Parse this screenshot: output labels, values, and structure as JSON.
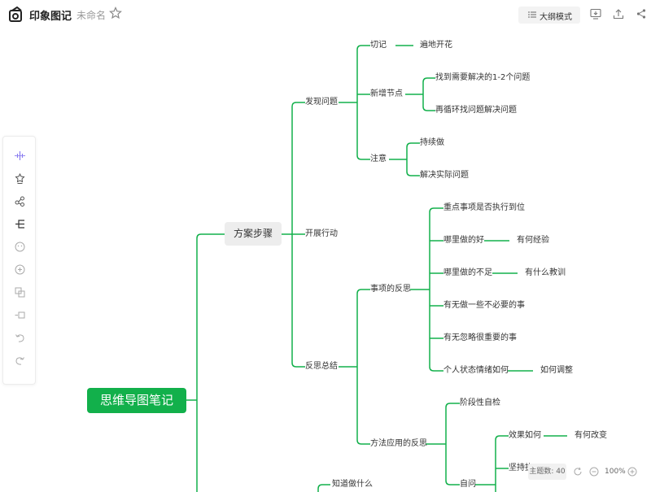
{
  "header": {
    "app_title": "印象图记",
    "doc_name": "未命名",
    "outline_label": "大纲模式"
  },
  "icons": {
    "logo": "app-logo-icon",
    "star": "star-icon",
    "outline": "outline-list-icon",
    "present": "present-icon",
    "export": "upload-icon",
    "share": "share-icon"
  },
  "rail_tools": [
    "ai-sparkle-icon",
    "bulb-icon",
    "structure-icon",
    "branch-icon",
    "emoji-icon",
    "add-icon",
    "clone-icon",
    "insert-icon",
    "undo-icon",
    "redo-icon"
  ],
  "map": {
    "root": "思维导图笔记",
    "topic": "方案步骤",
    "discover": "发现问题",
    "remember": "切记",
    "bloom": "遍地开花",
    "new_node": "新增节点",
    "find_problem": "找到需要解决的1-2个问题",
    "loop_solve": "再循环找问题解决问题",
    "attention": "注意",
    "persist": "持续做",
    "solve_real": "解决实际问题",
    "carry_out": "开展行动",
    "reflect_summary": "反思总结",
    "item_reflect": "事项的反思",
    "key_items": "重点事项是否执行到位",
    "what_good": "哪里做的好",
    "experience": "有何经验",
    "what_bad": "哪里做的不足",
    "lesson": "有什么教训",
    "unnecessary": "有无做一些不必要的事",
    "ignored": "有无忽略很重要的事",
    "mood": "个人状态情绪如何",
    "adjust": "如何调整",
    "method_reflect": "方法应用的反思",
    "stage_check": "阶段性自检",
    "self_ask": "自问",
    "effect": "效果如何",
    "improve": "有何改变",
    "persist_cut": "坚持执",
    "know_what": "知道做什么"
  },
  "status": {
    "topic_count": "主题数: 40",
    "zoom": "100%"
  },
  "colors": {
    "accent": "#12b04b",
    "line": "#12b04b"
  }
}
